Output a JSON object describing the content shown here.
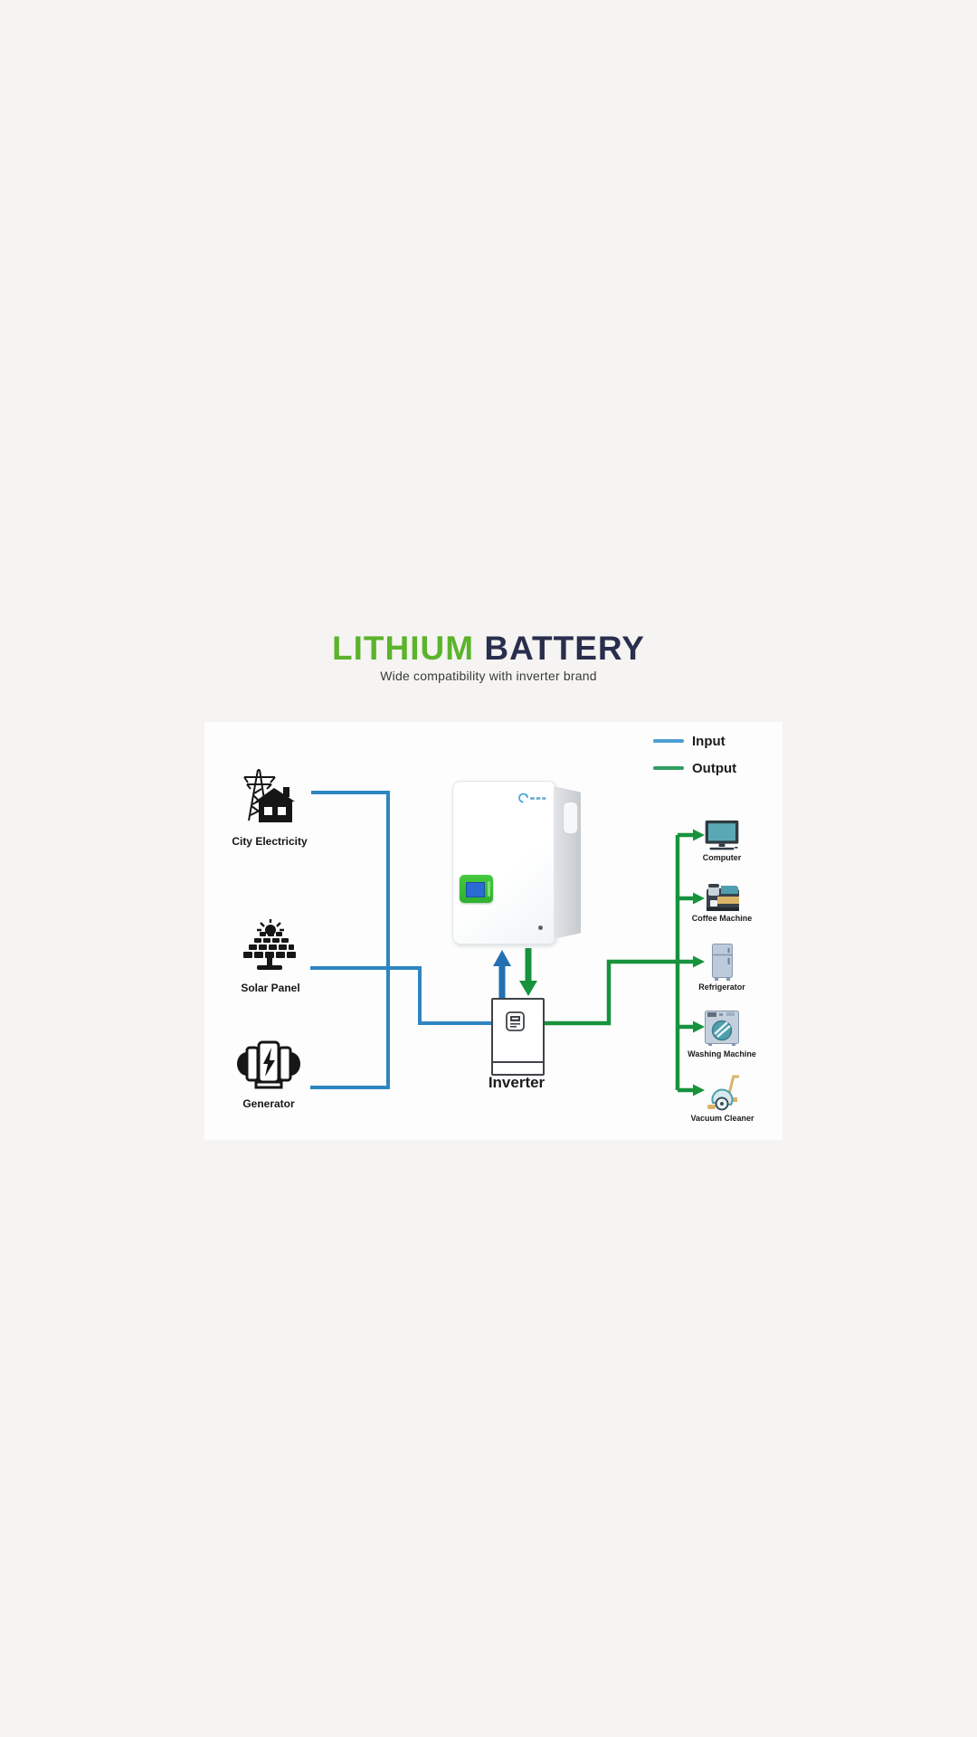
{
  "title": {
    "word_green": "LITHIUM",
    "word_navy": "BATTERY",
    "subtitle": "Wide compatibility with inverter brand",
    "green_color": "#5cb32c",
    "navy_color": "#2a2e4d"
  },
  "legend": {
    "input": {
      "label": "Input",
      "color": "#4d9fd3"
    },
    "output": {
      "label": "Output",
      "color": "#2f9e62"
    }
  },
  "sources": [
    {
      "icon": "power-grid-icon",
      "label": "City Electricity"
    },
    {
      "icon": "solar-panel-icon",
      "label": "Solar Panel"
    },
    {
      "icon": "generator-icon",
      "label": "Generator"
    }
  ],
  "battery": {
    "name": "wall-mounted lithium battery unit"
  },
  "inverter": {
    "label": "Inverter",
    "icon": "inverter-display-icon"
  },
  "appliances": [
    {
      "icon": "computer-icon",
      "label": "Computer"
    },
    {
      "icon": "coffee-machine-icon",
      "label": "Coffee Machine"
    },
    {
      "icon": "refrigerator-icon",
      "label": "Refrigerator"
    },
    {
      "icon": "washing-machine-icon",
      "label": "Washing Machine"
    },
    {
      "icon": "vacuum-cleaner-icon",
      "label": "Vacuum Cleaner"
    }
  ],
  "colors": {
    "page_background": "#f5f4f2",
    "panel_background": "#fdfdfd",
    "input_line": "#2e86c0",
    "output_line": "#17923d",
    "arrow_blue": "#2470b3"
  }
}
